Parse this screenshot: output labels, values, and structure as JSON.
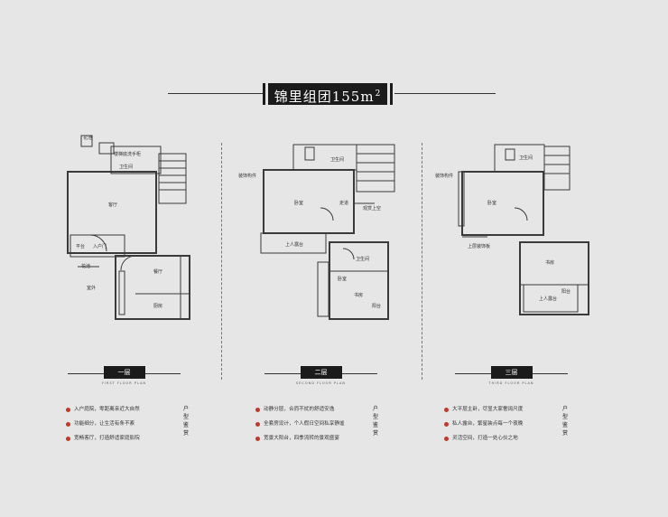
{
  "title": {
    "main": "锦里组团155m",
    "sup": "2"
  },
  "floors": [
    {
      "tag": "一层",
      "sub": "FIRST FLOOR PLAN",
      "rooms": [
        "卫生间",
        "楼梯底洗手柜",
        "客厅",
        "平台",
        "入户门",
        "花池",
        "餐厅",
        "厨房",
        "室外"
      ],
      "top_label": "花池",
      "features": [
        "入户庭院，零距离亲近大自然",
        "功能细分，让生活有条不紊",
        "宽畅客厅，打造舒适家庭影院"
      ],
      "tag_chars": [
        "户",
        "型",
        "鉴",
        "赏"
      ]
    },
    {
      "tag": "二层",
      "sub": "SECOND FLOOR PLAN",
      "rooms": [
        "装饰构件",
        "卫生间",
        "卧室",
        "走道",
        "观赏上空",
        "上人露台",
        "卫生间",
        "书房",
        "卧室",
        "阳台"
      ],
      "features": [
        "动静分层，合而不扰的舒适安逸",
        "全套房设计，个人假日空间私享静谧",
        "宽景大阳台，四季流转的景观盛宴"
      ],
      "tag_chars": [
        "户",
        "型",
        "鉴",
        "赏"
      ]
    },
    {
      "tag": "三层",
      "sub": "THIRD FLOOR PLAN",
      "rooms": [
        "装饰构件",
        "卫生间",
        "卧室",
        "上层装饰板",
        "书房",
        "上人露台",
        "阳台"
      ],
      "features": [
        "大平层主卧，尽显大家奢阔尺度",
        "私人露台，繁星装点每一个夜晚",
        "灵活空间，打造一处心仪之地"
      ],
      "tag_chars": [
        "户",
        "型",
        "鉴",
        "赏"
      ]
    }
  ],
  "colors": {
    "wall": "#3a3a3a",
    "accent": "#c0392b",
    "bg": "#e6e6e6",
    "dark": "#1b1b1b"
  }
}
